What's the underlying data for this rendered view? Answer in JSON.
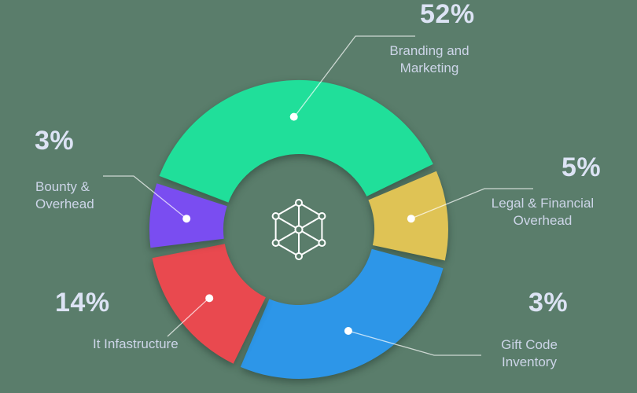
{
  "background": "#5a7d6b",
  "colors": {
    "percent_text": "#dce3f4",
    "category_text": "#cdd5e8",
    "leader_line": "rgba(255,255,255,0.7)",
    "dot": "#ffffff",
    "icon": "#ffffff"
  },
  "center_icon": "hexagon-network-icon",
  "chart_data": {
    "type": "pie",
    "variant": "donut",
    "unit": "%",
    "legend_position": "callout-labels",
    "labeled_total": 77,
    "slices": [
      {
        "label": "Branding and Marketing",
        "label_display": "Branding and\nMarketing",
        "percent_label": "52%",
        "value": 52,
        "color": "#20df9a",
        "start_deg": 291,
        "end_deg": 424
      },
      {
        "label": "Legal & Financial Overhead",
        "label_display": "Legal & Financial\nOverhead",
        "percent_label": "5%",
        "value": 5,
        "color": "#dfc355",
        "start_deg": 67,
        "end_deg": 102
      },
      {
        "label": "Gift Code Inventory",
        "label_display": "Gift Code\nInventory",
        "percent_label": "3%",
        "value": 3,
        "color": "#2d96e8",
        "start_deg": 105,
        "end_deg": 203
      },
      {
        "label": "It Infastructure",
        "label_display": "It Infastructure",
        "percent_label": "14%",
        "value": 14,
        "color": "#e9494f",
        "start_deg": 206,
        "end_deg": 259
      },
      {
        "label": "Bounty & Overhead",
        "label_display": "Bounty &\nOverhead",
        "percent_label": "3%",
        "value": 3,
        "color": "#7a4df1",
        "start_deg": 263,
        "end_deg": 288
      }
    ]
  }
}
